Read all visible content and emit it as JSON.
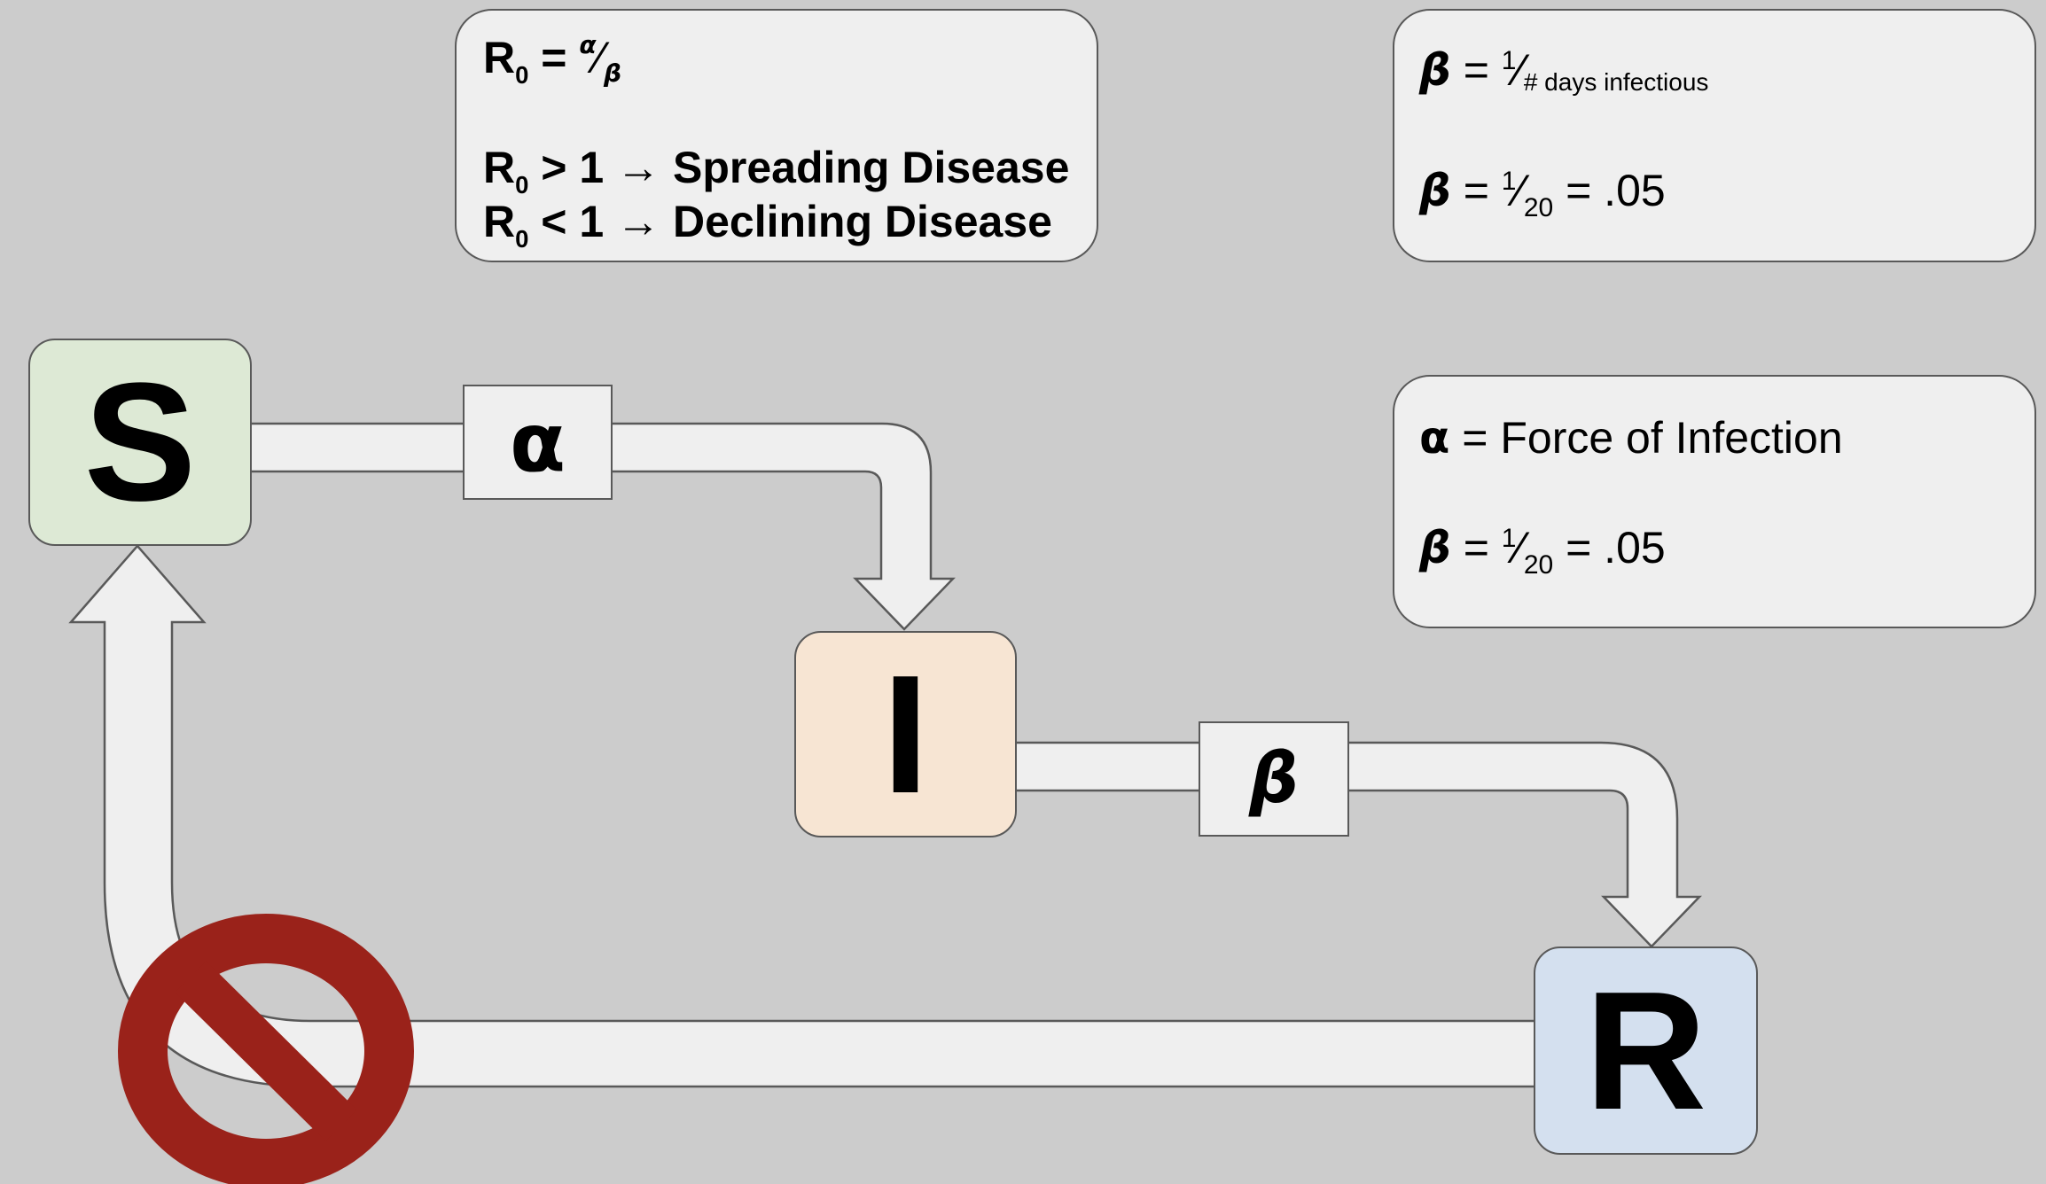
{
  "nodes": {
    "s": {
      "label": "S",
      "fill": "#dde9d5"
    },
    "i": {
      "label": "I",
      "fill": "#f7e5d3"
    },
    "r": {
      "label": "R",
      "fill": "#d4e0ef"
    }
  },
  "rates": {
    "s_to_i": "α",
    "i_to_r": "β"
  },
  "r0_box": {
    "r": "R",
    "zero": "0",
    "eq": " = ",
    "alpha": "α",
    "slash": "⁄",
    "beta": "β",
    "gt_line": " > 1 → Spreading Disease",
    "lt_line": " < 1 → Declining Disease"
  },
  "beta_box": {
    "beta": "β",
    "eq": " = ",
    "one": "1",
    "slash": "⁄",
    "days": "# days infectious",
    "denom": "20",
    "tail": " = .05"
  },
  "alpha_box": {
    "alpha": "α",
    "def": " = Force of Infection",
    "beta": "β",
    "eq": " = ",
    "one": "1",
    "slash": "⁄",
    "denom": "20",
    "tail": " = .05"
  },
  "colors": {
    "background": "#cccccc",
    "pipe_fill": "#efefef",
    "outline": "#595959",
    "prohibition": "#9a221a"
  },
  "icons": {
    "blocked": "prohibition-sign-icon"
  }
}
